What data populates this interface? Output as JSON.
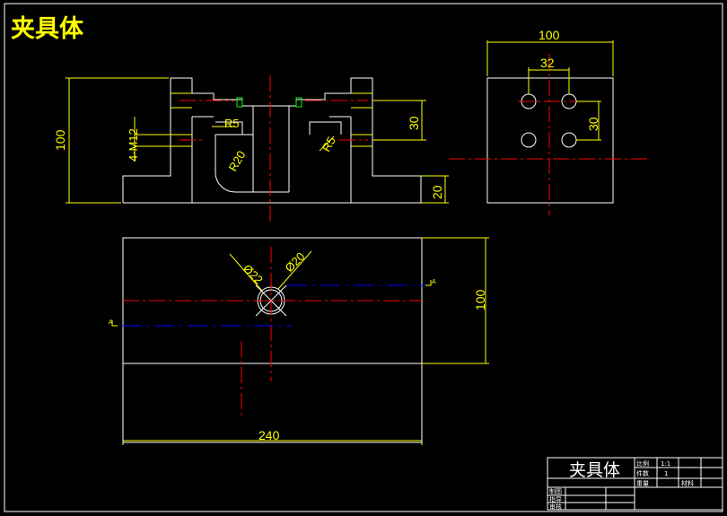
{
  "drawing_title": "夹具体",
  "colors": {
    "background": "#000000",
    "outline": "#ffffff",
    "dimension": "#ffff00",
    "centerline": "#ff0000",
    "hidden": "#0000ff",
    "highlight": "#00ff00"
  },
  "front_view": {
    "dims": {
      "overall_height": "100",
      "thread": "4-M12",
      "radius_small_left": "R5",
      "radius_large": "R20",
      "radius_small_right": "R5",
      "hole_offset": "30",
      "foot_height": "20"
    }
  },
  "side_view": {
    "dims": {
      "width": "100",
      "hole_spacing_x": "32",
      "hole_spacing_y": "30"
    }
  },
  "top_view": {
    "dims": {
      "diameter_outer": "Ø22",
      "diameter_inner": "Ø20",
      "depth": "100",
      "length": "240"
    },
    "section_marks": {
      "right": "A",
      "left": "A"
    }
  },
  "title_block": {
    "name": "夹具体",
    "scale_label": "比例",
    "scale_value": "1:1",
    "count_label": "件数",
    "count_value": "1",
    "weight_label": "重量",
    "material_label": "材料",
    "drawn_label": "制图",
    "advisor_label": "指导",
    "review_label": "审核"
  }
}
